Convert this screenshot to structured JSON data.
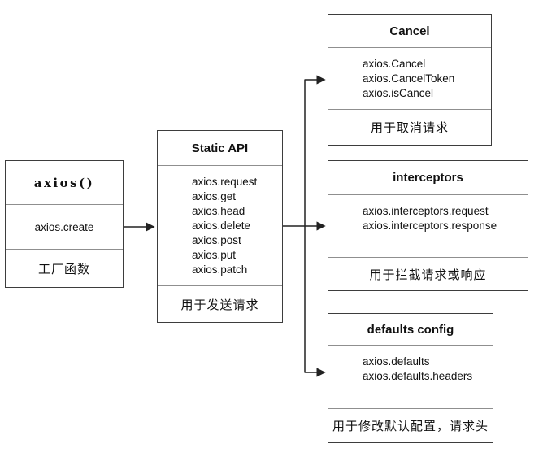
{
  "canvas": {
    "background": "#ffffff",
    "line_color": "#222222",
    "box_border_color": "#3d3d3d",
    "divider_color": "#8f8f8f",
    "text_color": "#111111"
  },
  "boxes": {
    "factory": {
      "title": "axios()",
      "method": "axios.create",
      "footer": "工厂函数"
    },
    "static_api": {
      "title": "Static API",
      "items": [
        "axios.request",
        "axios.get",
        "axios.head",
        "axios.delete",
        "axios.post",
        "axios.put",
        "axios.patch"
      ],
      "footer": "用于发送请求"
    },
    "cancel": {
      "title": "Cancel",
      "items": [
        "axios.Cancel",
        "axios.CancelToken",
        "axios.isCancel"
      ],
      "footer": "用于取消请求"
    },
    "interceptors": {
      "title": "interceptors",
      "items": [
        "axios.interceptors.request",
        "axios.interceptors.response"
      ],
      "footer": "用于拦截请求或响应"
    },
    "defaults_config": {
      "title": "defaults config",
      "items": [
        "axios.defaults",
        "axios.defaults.headers"
      ],
      "footer": "用于修改默认配置，请求头"
    }
  }
}
